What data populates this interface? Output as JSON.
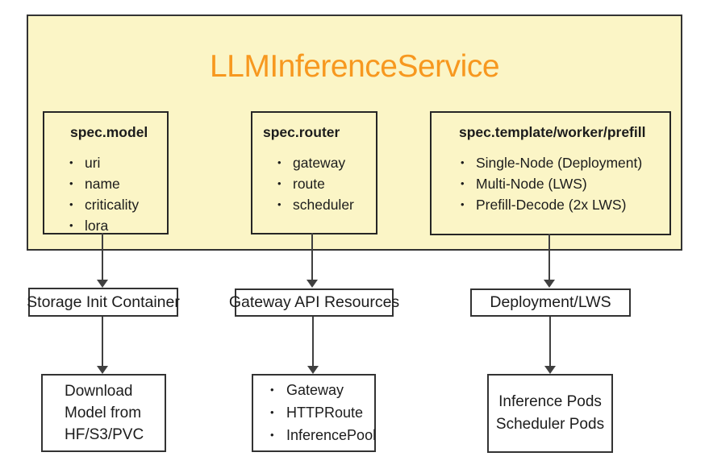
{
  "diagram": {
    "title": "LLMInferenceService",
    "spec_boxes": [
      {
        "title": "spec.model",
        "items": [
          "uri",
          "name",
          "criticality",
          "lora"
        ]
      },
      {
        "title": "spec.router",
        "items": [
          "gateway",
          "route",
          "scheduler"
        ]
      },
      {
        "title": "spec.template/worker/prefill",
        "items": [
          "Single-Node (Deployment)",
          "Multi-Node (LWS)",
          "Prefill-Decode (2x LWS)"
        ]
      }
    ],
    "mid_boxes": [
      {
        "label": "Storage Init Container"
      },
      {
        "label": "Gateway API Resources"
      },
      {
        "label": "Deployment/LWS"
      }
    ],
    "bottom_boxes": [
      {
        "lines": [
          "Download",
          "Model from",
          "HF/S3/PVC"
        ]
      },
      {
        "items": [
          "Gateway",
          "HTTPRoute",
          "InferencePool"
        ]
      },
      {
        "lines": [
          "Inference Pods",
          "Scheduler Pods"
        ]
      }
    ],
    "bullet_glyph": "•",
    "colors": {
      "container_fill": "#FBF5C6",
      "title_orange": "#F7981F",
      "border_dark": "#333333",
      "arrow": "#404040"
    }
  }
}
